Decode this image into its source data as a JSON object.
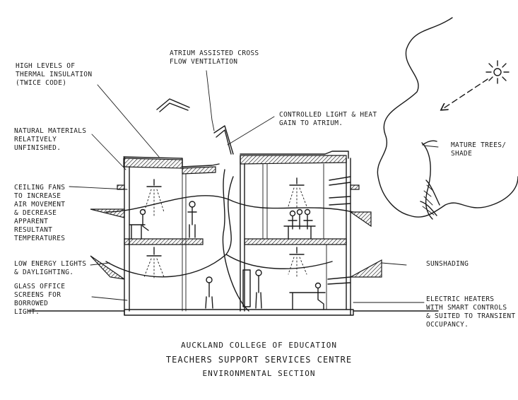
{
  "labels": {
    "insulation": "HIGH LEVELS OF\nTHERMAL INSULATION\n(TWICE CODE)",
    "atrium_ventilation": "ATRIUM ASSISTED CROSS\nFLOW VENTILATION",
    "controlled_light": "CONTROLLED LIGHT & HEAT\nGAIN TO ATRIUM.",
    "natural_materials": "NATURAL MATERIALS\nRELATIVELY\nUNFINISHED.",
    "mature_trees": "MATURE TREES/\nSHADE",
    "ceiling_fans": "CEILING FANS\nTO INCREASE\nAIR MOVEMENT\n& DECREASE\nAPPARENT\nRESULTANT\nTEMPERATURES",
    "low_energy": "LOW ENERGY LIGHTS\n& DAYLIGHTING.",
    "sunshading": "SUNSHADING",
    "glass_office": "GLASS OFFICE\nSCREENS FOR\nBORROWED\nLIGHT.",
    "electric_heaters": "ELECTRIC HEATERS\nWITH SMART CONTROLS\n& SUITED TO TRANSIENT\nOCCUPANCY."
  },
  "title": {
    "line1": "AUCKLAND COLLEGE OF EDUCATION",
    "line2": "TEACHERS SUPPORT SERVICES CENTRE",
    "line3": "ENVIRONMENTAL SECTION"
  }
}
